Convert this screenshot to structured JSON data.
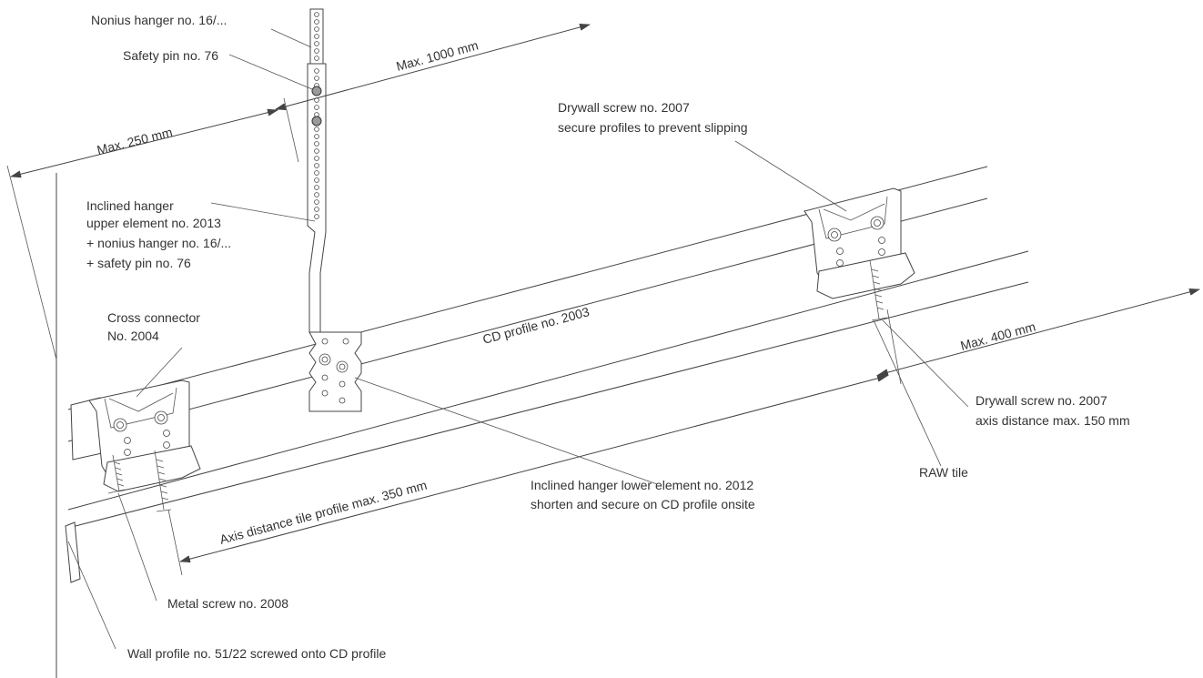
{
  "labels": {
    "nonius_hanger": "Nonius hanger no. 16/...",
    "safety_pin": "Safety pin no. 76",
    "inclined_upper": [
      "Inclined hanger",
      "upper element no. 2013",
      "+ nonius hanger no. 16/...",
      "+ safety pin no. 76"
    ],
    "cross_connector": [
      "Cross connector",
      "No. 2004"
    ],
    "drywall_screw_top": [
      "Drywall screw no. 2007",
      "secure profiles to prevent slipping"
    ],
    "cd_profile": "CD profile no. 2003",
    "drywall_screw_axis": [
      "Drywall screw no. 2007",
      "axis distance max. 150 mm"
    ],
    "raw_tile": "RAW tile",
    "inclined_lower": [
      "Inclined hanger lower element no. 2012",
      "shorten and secure on CD profile onsite"
    ],
    "metal_screw": "Metal screw no. 2008",
    "wall_profile": "Wall profile no. 51/22 screwed onto CD profile"
  },
  "dimensions": {
    "max_1000": "Max. 1000 mm",
    "max_250": "Max. 250 mm",
    "max_400": "Max. 400 mm",
    "axis_tile": "Axis distance tile profile max. 350 mm"
  },
  "colors": {
    "line": "#444444",
    "text": "#333333",
    "pin_fill": "#9a9a9a"
  }
}
